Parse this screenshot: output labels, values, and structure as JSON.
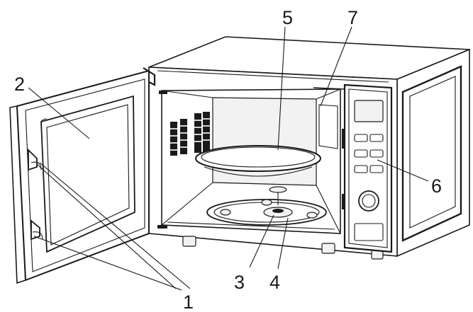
{
  "callouts": [
    {
      "id": "door-latch",
      "number": "1"
    },
    {
      "id": "door-window",
      "number": "2"
    },
    {
      "id": "turntable-coupler",
      "number": "3"
    },
    {
      "id": "roller-ring",
      "number": "4"
    },
    {
      "id": "glass-tray",
      "number": "5"
    },
    {
      "id": "control-panel",
      "number": "6"
    },
    {
      "id": "cavity-cover",
      "number": "7"
    }
  ]
}
